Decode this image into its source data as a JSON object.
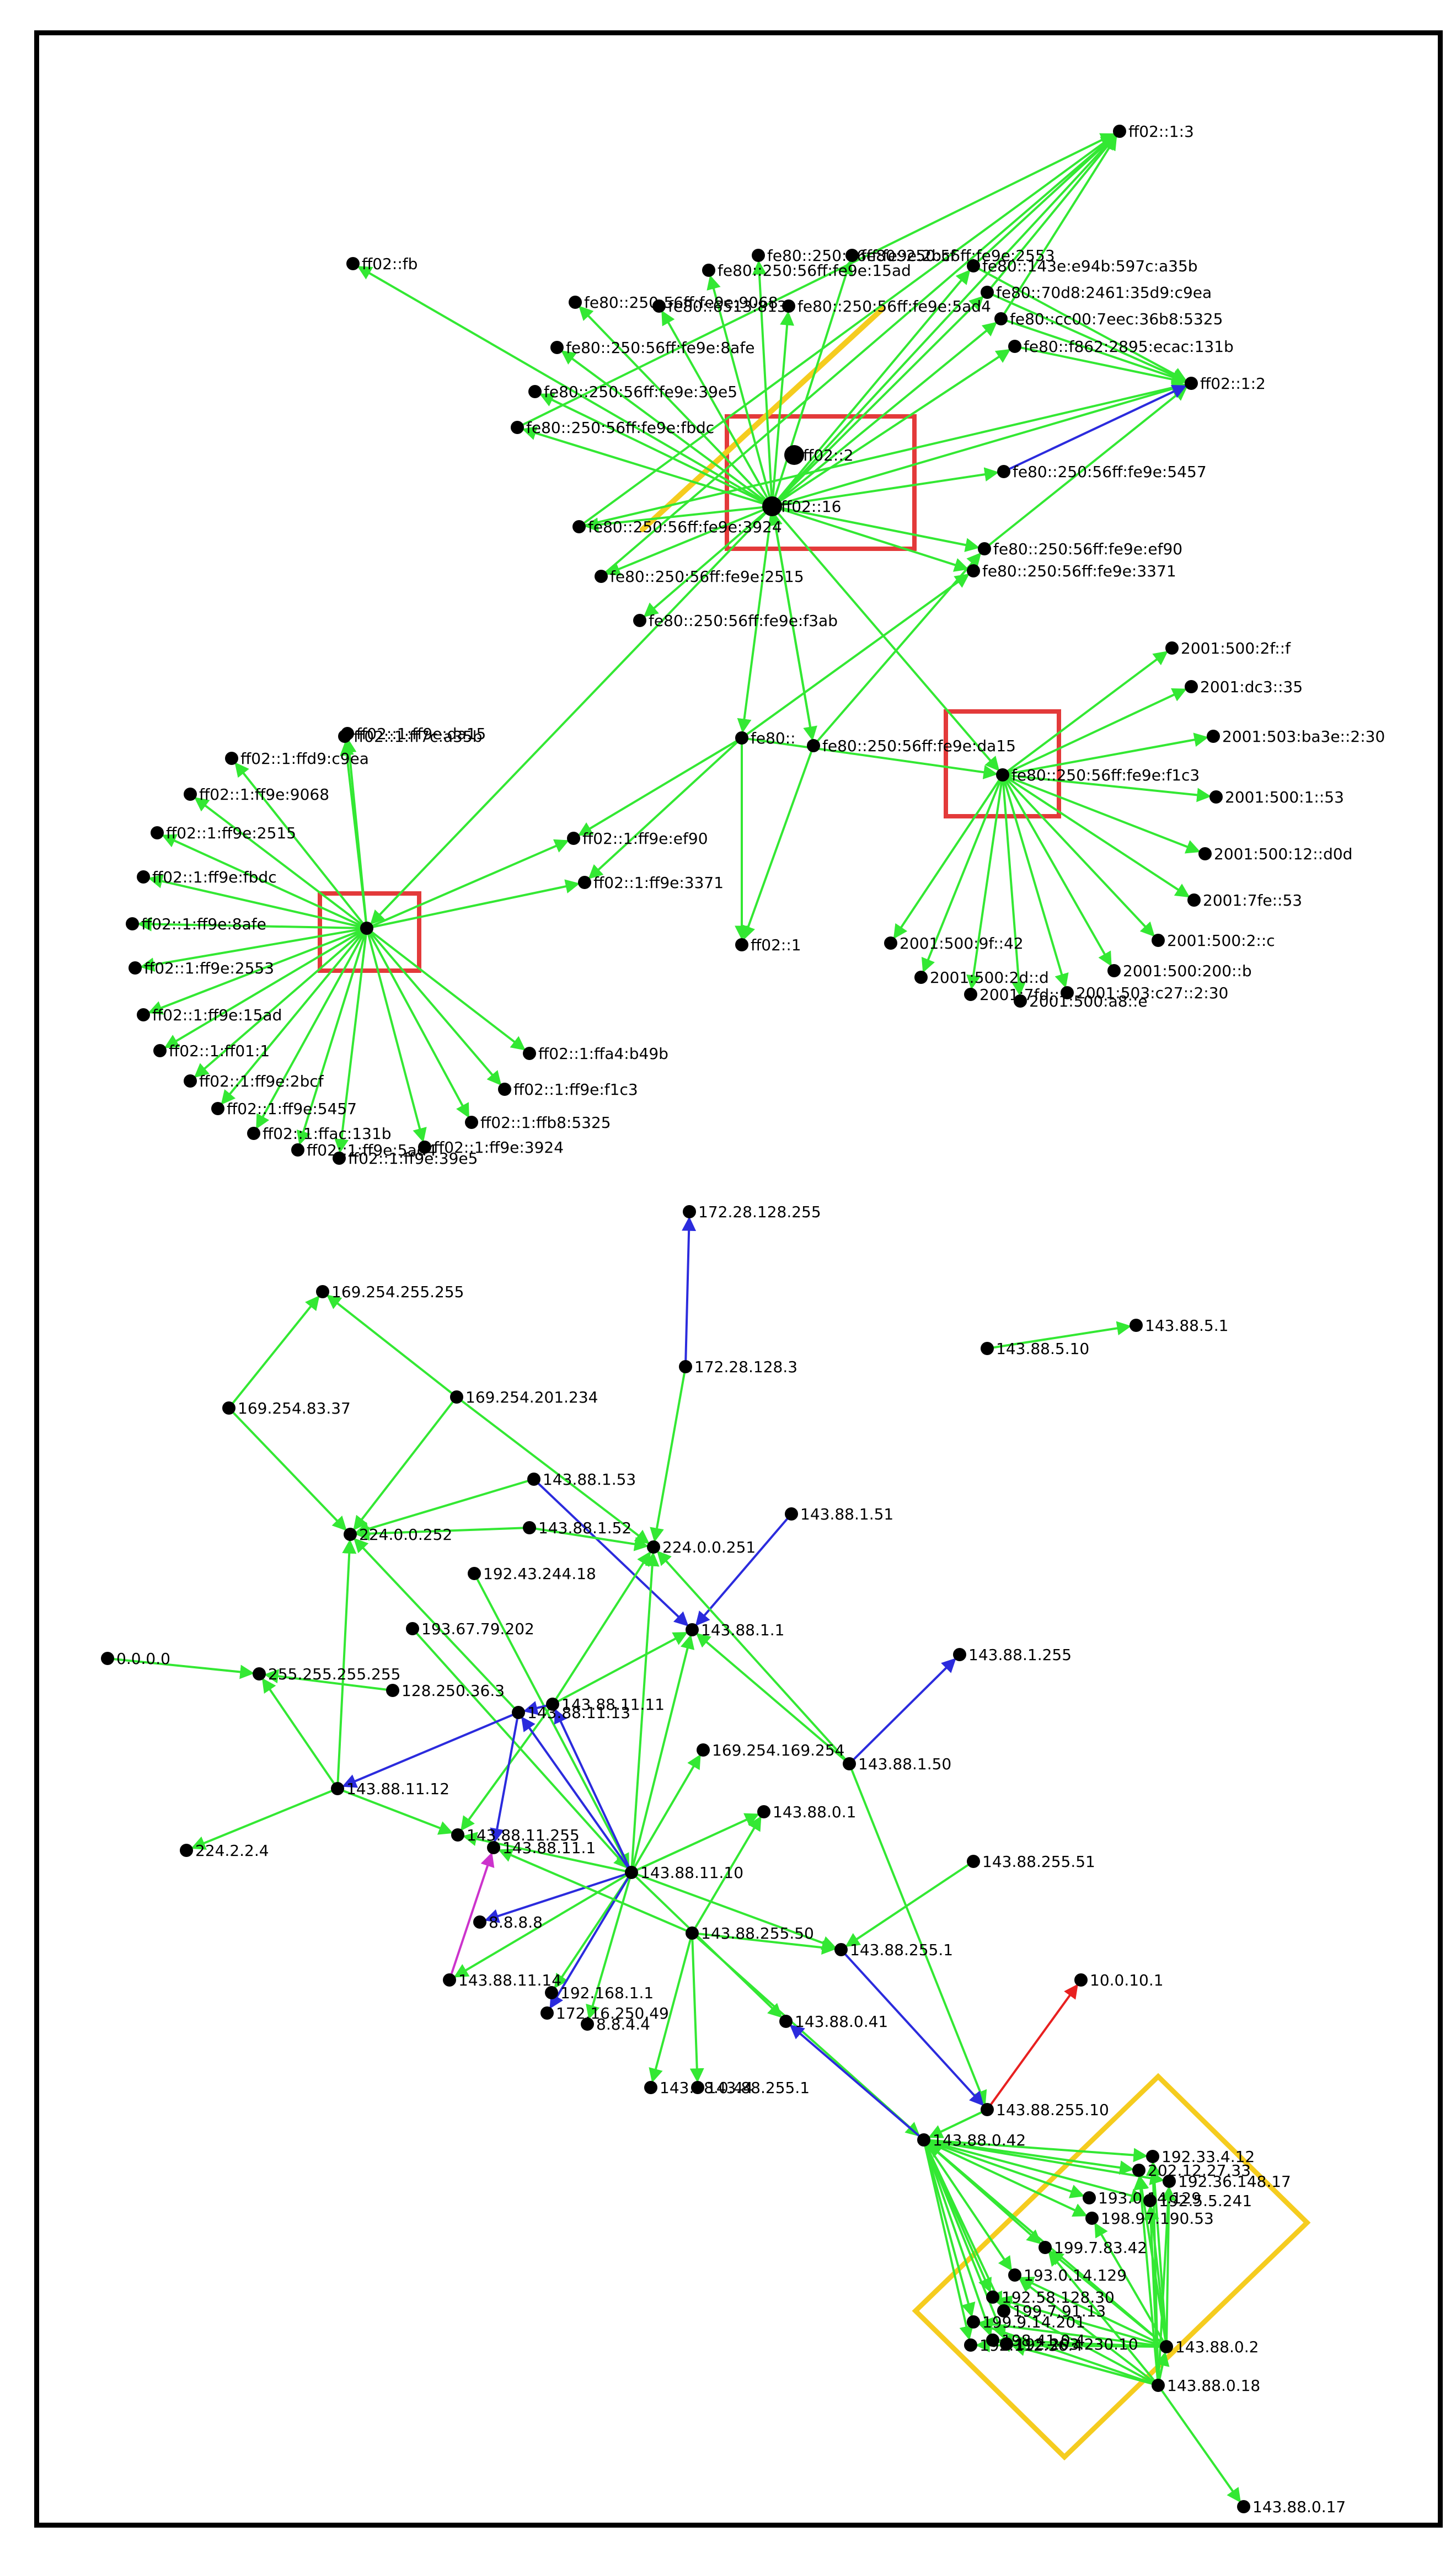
{
  "colors": {
    "green": "#33e833",
    "blue": "#2b2bdd",
    "red": "#e82020",
    "magenta": "#cc33cc",
    "yellow": "#f5cc1f",
    "box_red": "#e33a3a",
    "node": "#000000"
  },
  "nodes": [
    {
      "id": "ff02_1_3",
      "label": "ff02::1:3"
    },
    {
      "id": "ff02_fb",
      "label": "ff02::fb"
    },
    {
      "id": "fe80_9068",
      "label": "fe80::250:56ff:fe9e:9068"
    },
    {
      "id": "fe80_8afe",
      "label": "fe80::250:56ff:fe9e:8afe"
    },
    {
      "id": "fe80_39e5",
      "label": "fe80::250:56ff:fe9e:39e5"
    },
    {
      "id": "fe80_fbdc",
      "label": "fe80::250:56ff:fe9e:fbdc"
    },
    {
      "id": "fe80_15ad",
      "label": "fe80::250:56ff:fe9e:15ad"
    },
    {
      "id": "fe80_2bcf",
      "label": "fe80::250:56ff:fe9e:2bcf"
    },
    {
      "id": "fe80_2553",
      "label": "fe80::250:56ff:fe9e:2553"
    },
    {
      "id": "fe80_5ad4",
      "label": "fe80::250:56ff:fe9e:5ad4"
    },
    {
      "id": "fe80_6513",
      "label": "fe80::6513:813"
    },
    {
      "id": "fe80_a35b",
      "label": "fe80::143e:e94b:597c:a35b"
    },
    {
      "id": "fe80_c9ea",
      "label": "fe80::70d8:2461:35d9:c9ea"
    },
    {
      "id": "fe80_5325",
      "label": "fe80::cc00:7eec:36b8:5325"
    },
    {
      "id": "fe80_131b",
      "label": "fe80::f862:2895:ecac:131b"
    },
    {
      "id": "ff02_1_2",
      "label": "ff02::1:2"
    },
    {
      "id": "ff02_2",
      "label": "ff02::2"
    },
    {
      "id": "ff02_16",
      "label": "ff02::16"
    },
    {
      "id": "fe80_5457",
      "label": "fe80::250:56ff:fe9e:5457"
    },
    {
      "id": "fe80_3924",
      "label": "fe80::250:56ff:fe9e:3924"
    },
    {
      "id": "fe80_ef90",
      "label": "fe80::250:56ff:fe9e:ef90"
    },
    {
      "id": "fe80_3371",
      "label": "fe80::250:56ff:fe9e:3371"
    },
    {
      "id": "fe80_2515",
      "label": "fe80::250:56ff:fe9e:2515"
    },
    {
      "id": "fe80_f3ab",
      "label": "fe80::250:56ff:fe9e:f3ab"
    },
    {
      "id": "fe80_short",
      "label": "fe80::"
    },
    {
      "id": "fe80_da15",
      "label": "fe80::250:56ff:fe9e:da15"
    },
    {
      "id": "fe80_f1c3",
      "label": "fe80::250:56ff:fe9e:f1c3"
    },
    {
      "id": "v6_2f",
      "label": "2001:500:2f::f"
    },
    {
      "id": "v6_dc3",
      "label": "2001:dc3::35"
    },
    {
      "id": "v6_503ba3e",
      "label": "2001:503:ba3e::2:30"
    },
    {
      "id": "v6_500_1",
      "label": "2001:500:1::53"
    },
    {
      "id": "v6_500_12",
      "label": "2001:500:12::d0d"
    },
    {
      "id": "v6_7fe",
      "label": "2001:7fe::53"
    },
    {
      "id": "v6_500_2",
      "label": "2001:500:2::c"
    },
    {
      "id": "v6_500_200",
      "label": "2001:500:200::b"
    },
    {
      "id": "v6_9f",
      "label": "2001:500:9f::42"
    },
    {
      "id": "v6_2d",
      "label": "2001:500:2d::d"
    },
    {
      "id": "v6_7fd",
      "label": "2001:7fd::"
    },
    {
      "id": "v6_c27",
      "label": "2001:503:c27::2:30"
    },
    {
      "id": "v6_a8",
      "label": "2001:500:a8::e"
    },
    {
      "id": "ff02_1_local",
      "label": "ff02::1"
    },
    {
      "id": "ff02_ef90",
      "label": "ff02::1:ff9e:ef90"
    },
    {
      "id": "ff02_3371",
      "label": "ff02::1:ff9e:3371"
    },
    {
      "id": "hub",
      "label": ""
    },
    {
      "id": "ff02_a35b",
      "label": "ff02::1:ff7c:a35b"
    },
    {
      "id": "ff02_da15",
      "label": "ff02::1:ff9e:da15"
    },
    {
      "id": "ff02_c9ea",
      "label": "ff02::1:ffd9:c9ea"
    },
    {
      "id": "ff02_9068",
      "label": "ff02::1:ff9e:9068"
    },
    {
      "id": "ff02_2515",
      "label": "ff02::1:ff9e:2515"
    },
    {
      "id": "ff02_fbdc",
      "label": "ff02::1:ff9e:fbdc"
    },
    {
      "id": "ff02_8afe",
      "label": "ff02::1:ff9e:8afe"
    },
    {
      "id": "ff02_2553",
      "label": "ff02::1:ff9e:2553"
    },
    {
      "id": "ff02_15ad",
      "label": "ff02::1:ff9e:15ad"
    },
    {
      "id": "ff02_ff01",
      "label": "ff02::1:ff01:1"
    },
    {
      "id": "ff02_2bcf",
      "label": "ff02::1:ff9e:2bcf"
    },
    {
      "id": "ff02_5457",
      "label": "ff02::1:ff9e:5457"
    },
    {
      "id": "ff02_131b",
      "label": "ff02::1:ffac:131b"
    },
    {
      "id": "ff02_5ad4",
      "label": "ff02::1:ff9e:5ad4"
    },
    {
      "id": "ff02_39e5",
      "label": "ff02::1:ff9e:39e5"
    },
    {
      "id": "ff02_3924",
      "label": "ff02::1:ff9e:3924"
    },
    {
      "id": "ff02_5325",
      "label": "ff02::1:ffb8:5325"
    },
    {
      "id": "ff02_f1c3",
      "label": "ff02::1:ff9e:f1c3"
    },
    {
      "id": "ff02_b49b",
      "label": "ff02::1:ffa4:b49b"
    },
    {
      "id": "n_172_255",
      "label": "172.28.128.255"
    },
    {
      "id": "n_172_3",
      "label": "172.28.128.3"
    },
    {
      "id": "n_169_255",
      "label": "169.254.255.255"
    },
    {
      "id": "n_169_83",
      "label": "169.254.83.37"
    },
    {
      "id": "n_169_201",
      "label": "169.254.201.234"
    },
    {
      "id": "n_5_10",
      "label": "143.88.5.10"
    },
    {
      "id": "n_5_1",
      "label": "143.88.5.1"
    },
    {
      "id": "n_1_53",
      "label": "143.88.1.53"
    },
    {
      "id": "n_1_52",
      "label": "143.88.1.52"
    },
    {
      "id": "n_1_51",
      "label": "143.88.1.51"
    },
    {
      "id": "n_224_252",
      "label": "224.0.0.252"
    },
    {
      "id": "n_224_251",
      "label": "224.0.0.251"
    },
    {
      "id": "n_192_43",
      "label": "192.43.244.18"
    },
    {
      "id": "n_1_1",
      "label": "143.88.1.1"
    },
    {
      "id": "n_193_67",
      "label": "193.67.79.202"
    },
    {
      "id": "n_0000",
      "label": "0.0.0.0"
    },
    {
      "id": "n_bcast",
      "label": "255.255.255.255"
    },
    {
      "id": "n_128_250",
      "label": "128.250.36.3"
    },
    {
      "id": "n_11_11",
      "label": "143.88.11.11"
    },
    {
      "id": "n_11_13",
      "label": "143.88.11.13"
    },
    {
      "id": "n_1_255",
      "label": "143.88.1.255"
    },
    {
      "id": "n_169_169",
      "label": "169.254.169.254"
    },
    {
      "id": "n_1_50",
      "label": "143.88.1.50"
    },
    {
      "id": "n_11_12",
      "label": "143.88.11.12"
    },
    {
      "id": "n_0_1",
      "label": "143.88.0.1"
    },
    {
      "id": "n_224_2",
      "label": "224.2.2.4"
    },
    {
      "id": "n_11_255",
      "label": "143.88.11.255"
    },
    {
      "id": "n_11_1",
      "label": "143.88.11.1"
    },
    {
      "id": "n_255_51",
      "label": "143.88.255.51"
    },
    {
      "id": "n_11_10",
      "label": "143.88.11.10"
    },
    {
      "id": "n_8888",
      "label": "8.8.8.8"
    },
    {
      "id": "n_255_50",
      "label": "143.88.255.50"
    },
    {
      "id": "n_255_1",
      "label": "143.88.255.1"
    },
    {
      "id": "n_11_14",
      "label": "143.88.11.14"
    },
    {
      "id": "n_192_168",
      "label": "192.168.1.1"
    },
    {
      "id": "n_10_0",
      "label": "10.0.10.1"
    },
    {
      "id": "n_172_16",
      "label": "172.16.250.49"
    },
    {
      "id": "n_8844",
      "label": "8.8.4.4"
    },
    {
      "id": "n_0_41",
      "label": "143.88.0.41"
    },
    {
      "id": "n_0_44",
      "label": "143.88.0.44"
    },
    {
      "id": "n_88_255_1",
      "label": "143.88.255.1"
    },
    {
      "id": "n_255_10",
      "label": "143.88.255.10"
    },
    {
      "id": "n_0_42",
      "label": "143.88.0.42"
    },
    {
      "id": "n_192_33",
      "label": "192.33.4.12"
    },
    {
      "id": "n_202_12",
      "label": "202.12.27.33"
    },
    {
      "id": "n_192_36",
      "label": "192.36.148.17"
    },
    {
      "id": "n_192_5",
      "label": "192.5.5.241"
    },
    {
      "id": "n_193_c1",
      "label": "193.0.14.129"
    },
    {
      "id": "n_198_97",
      "label": "198.97.190.53"
    },
    {
      "id": "n_199_7",
      "label": "199.7.83.42"
    },
    {
      "id": "n_193_0",
      "label": "193.0.14.129"
    },
    {
      "id": "n_192_58",
      "label": "192.58.128.30"
    },
    {
      "id": "n_199_7_91",
      "label": "199.7.91.13"
    },
    {
      "id": "n_199_9",
      "label": "199.9.14.201"
    },
    {
      "id": "n_198_41",
      "label": "198.41.0.4"
    },
    {
      "id": "n_192_112",
      "label": "192.112.36.4"
    },
    {
      "id": "n_192_203",
      "label": "192.203.230.10"
    },
    {
      "id": "n_0_2",
      "label": "143.88.0.2"
    },
    {
      "id": "n_0_18",
      "label": "143.88.0.18"
    },
    {
      "id": "n_0_17",
      "label": "143.88.0.17"
    }
  ],
  "edges": [
    [
      "ff02_16",
      "ff02_1_3",
      "green"
    ],
    [
      "ff02_16",
      "ff02_fb",
      "green"
    ],
    [
      "ff02_16",
      "fe80_9068",
      "green"
    ],
    [
      "ff02_16",
      "fe80_8afe",
      "green"
    ],
    [
      "ff02_16",
      "fe80_39e5",
      "green"
    ],
    [
      "ff02_16",
      "fe80_fbdc",
      "green"
    ],
    [
      "ff02_16",
      "fe80_15ad",
      "green"
    ],
    [
      "ff02_16",
      "fe80_2bcf",
      "green"
    ],
    [
      "ff02_16",
      "fe80_2553",
      "green"
    ],
    [
      "ff02_16",
      "fe80_5ad4",
      "green"
    ],
    [
      "ff02_16",
      "fe80_6513",
      "green"
    ],
    [
      "ff02_16",
      "fe80_a35b",
      "green"
    ],
    [
      "ff02_16",
      "fe80_c9ea",
      "green"
    ],
    [
      "ff02_16",
      "fe80_5325",
      "green"
    ],
    [
      "ff02_16",
      "fe80_131b",
      "green"
    ],
    [
      "ff02_16",
      "fe80_5457",
      "green"
    ],
    [
      "ff02_16",
      "fe80_3924",
      "green"
    ],
    [
      "ff02_16",
      "fe80_ef90",
      "green"
    ],
    [
      "ff02_16",
      "fe80_3371",
      "green"
    ],
    [
      "ff02_16",
      "fe80_2515",
      "green"
    ],
    [
      "ff02_16",
      "fe80_f3ab",
      "green"
    ],
    [
      "ff02_16",
      "fe80_short",
      "green"
    ],
    [
      "ff02_16",
      "fe80_da15",
      "green"
    ],
    [
      "ff02_16",
      "hub",
      "green"
    ],
    [
      "ff02_16",
      "fe80_f1c3",
      "green"
    ],
    [
      "ff02_16",
      "ff02_1_2",
      "green"
    ],
    [
      "fe80_a35b",
      "ff02_1_2",
      "green"
    ],
    [
      "fe80_c9ea",
      "ff02_1_2",
      "green"
    ],
    [
      "fe80_5325",
      "ff02_1_2",
      "green"
    ],
    [
      "fe80_131b",
      "ff02_1_2",
      "green"
    ],
    [
      "fe80_3924",
      "ff02_1_2",
      "green"
    ],
    [
      "fe80_ef90",
      "ff02_1_2",
      "green"
    ],
    [
      "fe80_5457",
      "ff02_1_2",
      "blue"
    ],
    [
      "fe80_3924",
      "ff02_1_3",
      "green"
    ],
    [
      "fe80_a35b",
      "ff02_1_3",
      "green"
    ],
    [
      "fe80_c9ea",
      "ff02_1_3",
      "green"
    ],
    [
      "fe80_5325",
      "ff02_1_3",
      "green"
    ],
    [
      "fe80_2515",
      "ff02_1_3",
      "green"
    ],
    [
      "fe80_fbdc",
      "ff02_1_3",
      "green"
    ],
    [
      "fe80_short",
      "ff02_1_local",
      "green"
    ],
    [
      "fe80_da15",
      "ff02_1_local",
      "green"
    ],
    [
      "fe80_short",
      "fe80_3371",
      "green"
    ],
    [
      "fe80_da15",
      "fe80_ef90",
      "green"
    ],
    [
      "fe80_short",
      "ff02_ef90",
      "green"
    ],
    [
      "fe80_short",
      "ff02_3371",
      "green"
    ],
    [
      "fe80_short",
      "fe80_f1c3",
      "green"
    ],
    [
      "fe80_da15",
      "ff02_16",
      "green"
    ],
    [
      "fe80_f1c3",
      "v6_2f",
      "green"
    ],
    [
      "fe80_f1c3",
      "v6_dc3",
      "green"
    ],
    [
      "fe80_f1c3",
      "v6_503ba3e",
      "green"
    ],
    [
      "fe80_f1c3",
      "v6_500_1",
      "green"
    ],
    [
      "fe80_f1c3",
      "v6_500_12",
      "green"
    ],
    [
      "fe80_f1c3",
      "v6_7fe",
      "green"
    ],
    [
      "fe80_f1c3",
      "v6_500_2",
      "green"
    ],
    [
      "fe80_f1c3",
      "v6_500_200",
      "green"
    ],
    [
      "fe80_f1c3",
      "v6_9f",
      "green"
    ],
    [
      "fe80_f1c3",
      "v6_2d",
      "green"
    ],
    [
      "fe80_f1c3",
      "v6_7fd",
      "green"
    ],
    [
      "fe80_f1c3",
      "v6_c27",
      "green"
    ],
    [
      "fe80_f1c3",
      "v6_a8",
      "green"
    ],
    [
      "hub",
      "ff02_a35b",
      "green"
    ],
    [
      "hub",
      "ff02_da15",
      "green"
    ],
    [
      "hub",
      "ff02_c9ea",
      "green"
    ],
    [
      "hub",
      "ff02_9068",
      "green"
    ],
    [
      "hub",
      "ff02_2515",
      "green"
    ],
    [
      "hub",
      "ff02_fbdc",
      "green"
    ],
    [
      "hub",
      "ff02_8afe",
      "green"
    ],
    [
      "hub",
      "ff02_2553",
      "green"
    ],
    [
      "hub",
      "ff02_15ad",
      "green"
    ],
    [
      "hub",
      "ff02_ff01",
      "green"
    ],
    [
      "hub",
      "ff02_2bcf",
      "green"
    ],
    [
      "hub",
      "ff02_5457",
      "green"
    ],
    [
      "hub",
      "ff02_131b",
      "green"
    ],
    [
      "hub",
      "ff02_5ad4",
      "green"
    ],
    [
      "hub",
      "ff02_39e5",
      "green"
    ],
    [
      "hub",
      "ff02_3924",
      "green"
    ],
    [
      "hub",
      "ff02_5325",
      "green"
    ],
    [
      "hub",
      "ff02_f1c3",
      "green"
    ],
    [
      "hub",
      "ff02_b49b",
      "green"
    ],
    [
      "hub",
      "ff02_ef90",
      "green"
    ],
    [
      "hub",
      "ff02_3371",
      "green"
    ],
    [
      "n_172_3",
      "n_172_255",
      "blue"
    ],
    [
      "n_172_3",
      "n_224_251",
      "green"
    ],
    [
      "n_169_83",
      "n_169_255",
      "green"
    ],
    [
      "n_169_201",
      "n_169_255",
      "green"
    ],
    [
      "n_169_83",
      "n_224_252",
      "green"
    ],
    [
      "n_169_201",
      "n_224_252",
      "green"
    ],
    [
      "n_169_201",
      "n_224_251",
      "green"
    ],
    [
      "n_5_10",
      "n_5_1",
      "green"
    ],
    [
      "n_1_53",
      "n_224_252",
      "green"
    ],
    [
      "n_1_53",
      "n_1_1",
      "blue"
    ],
    [
      "n_1_52",
      "n_224_251",
      "green"
    ],
    [
      "n_1_52",
      "n_224_252",
      "green"
    ],
    [
      "n_1_51",
      "n_1_1",
      "blue"
    ],
    [
      "n_192_43",
      "n_11_10",
      "green"
    ],
    [
      "n_193_67",
      "n_11_10",
      "green"
    ],
    [
      "n_0000",
      "n_bcast",
      "green"
    ],
    [
      "n_128_250",
      "n_bcast",
      "green"
    ],
    [
      "n_11_12",
      "n_bcast",
      "green"
    ],
    [
      "n_11_12",
      "n_224_252",
      "green"
    ],
    [
      "n_11_12",
      "n_224_2",
      "green"
    ],
    [
      "n_11_12",
      "n_11_255",
      "green"
    ],
    [
      "n_11_11",
      "n_11_13",
      "blue"
    ],
    [
      "n_11_11",
      "n_1_1",
      "green"
    ],
    [
      "n_11_11",
      "n_224_251",
      "green"
    ],
    [
      "n_11_11",
      "n_11_255",
      "green"
    ],
    [
      "n_11_13",
      "n_11_12",
      "blue"
    ],
    [
      "n_11_13",
      "n_11_1",
      "blue"
    ],
    [
      "n_11_13",
      "n_224_252",
      "green"
    ],
    [
      "n_11_10",
      "n_11_13",
      "blue"
    ],
    [
      "n_11_10",
      "n_11_11",
      "blue"
    ],
    [
      "n_11_10",
      "n_1_1",
      "green"
    ],
    [
      "n_11_10",
      "n_169_169",
      "green"
    ],
    [
      "n_11_10",
      "n_0_1",
      "green"
    ],
    [
      "n_11_10",
      "n_8888",
      "blue"
    ],
    [
      "n_11_10",
      "n_11_14",
      "green"
    ],
    [
      "n_11_10",
      "n_192_168",
      "green"
    ],
    [
      "n_11_10",
      "n_172_16",
      "blue"
    ],
    [
      "n_11_10",
      "n_8844",
      "green"
    ],
    [
      "n_11_10",
      "n_255_1",
      "green"
    ],
    [
      "n_11_10",
      "n_0_41",
      "green"
    ],
    [
      "n_11_10",
      "n_11_255",
      "green"
    ],
    [
      "n_11_10",
      "n_224_251",
      "green"
    ],
    [
      "n_11_14",
      "n_11_1",
      "magenta"
    ],
    [
      "n_1_50",
      "n_1_255",
      "blue"
    ],
    [
      "n_1_50",
      "n_224_251",
      "green"
    ],
    [
      "n_1_50",
      "n_1_1",
      "green"
    ],
    [
      "n_1_50",
      "n_255_10",
      "green"
    ],
    [
      "n_255_51",
      "n_255_1",
      "green"
    ],
    [
      "n_255_50",
      "n_255_1",
      "green"
    ],
    [
      "n_255_50",
      "n_0_44",
      "green"
    ],
    [
      "n_255_50",
      "n_88_255_1",
      "green"
    ],
    [
      "n_255_50",
      "n_0_1",
      "green"
    ],
    [
      "n_255_50",
      "n_11_1",
      "green"
    ],
    [
      "n_255_50",
      "n_0_42",
      "green"
    ],
    [
      "n_255_1",
      "n_255_10",
      "blue"
    ],
    [
      "n_0_42",
      "n_0_41",
      "blue"
    ],
    [
      "n_255_10",
      "n_10_0",
      "red"
    ],
    [
      "n_255_10",
      "n_0_42",
      "green"
    ],
    [
      "n_0_42",
      "n_192_33",
      "green"
    ],
    [
      "n_0_42",
      "n_202_12",
      "green"
    ],
    [
      "n_0_42",
      "n_192_36",
      "green"
    ],
    [
      "n_0_42",
      "n_192_5",
      "green"
    ],
    [
      "n_0_42",
      "n_193_c1",
      "green"
    ],
    [
      "n_0_42",
      "n_198_97",
      "green"
    ],
    [
      "n_0_42",
      "n_199_7",
      "green"
    ],
    [
      "n_0_42",
      "n_193_0",
      "green"
    ],
    [
      "n_0_42",
      "n_192_58",
      "green"
    ],
    [
      "n_0_42",
      "n_199_7_91",
      "green"
    ],
    [
      "n_0_42",
      "n_199_9",
      "green"
    ],
    [
      "n_0_42",
      "n_198_41",
      "green"
    ],
    [
      "n_0_42",
      "n_192_112",
      "green"
    ],
    [
      "n_0_42",
      "n_192_203",
      "green"
    ],
    [
      "n_0_2",
      "n_192_33",
      "green"
    ],
    [
      "n_0_2",
      "n_202_12",
      "green"
    ],
    [
      "n_0_2",
      "n_192_36",
      "green"
    ],
    [
      "n_0_2",
      "n_192_5",
      "green"
    ],
    [
      "n_0_2",
      "n_198_97",
      "green"
    ],
    [
      "n_0_2",
      "n_199_7",
      "green"
    ],
    [
      "n_0_2",
      "n_193_0",
      "green"
    ],
    [
      "n_0_2",
      "n_192_58",
      "green"
    ],
    [
      "n_0_2",
      "n_199_9",
      "green"
    ],
    [
      "n_0_2",
      "n_198_41",
      "green"
    ],
    [
      "n_0_2",
      "n_192_203",
      "green"
    ],
    [
      "n_0_2",
      "n_192_112",
      "green"
    ],
    [
      "n_0_18",
      "n_192_33",
      "green"
    ],
    [
      "n_0_18",
      "n_202_12",
      "green"
    ],
    [
      "n_0_18",
      "n_192_36",
      "green"
    ],
    [
      "n_0_18",
      "n_192_5",
      "green"
    ],
    [
      "n_0_18",
      "n_199_7",
      "green"
    ],
    [
      "n_0_18",
      "n_193_0",
      "green"
    ],
    [
      "n_0_18",
      "n_192_58",
      "green"
    ],
    [
      "n_0_18",
      "n_199_9",
      "green"
    ],
    [
      "n_0_18",
      "n_198_41",
      "green"
    ],
    [
      "n_0_18",
      "n_192_203",
      "green"
    ],
    [
      "n_0_18",
      "n_0_2",
      "green"
    ],
    [
      "n_0_18",
      "n_0_17",
      "green"
    ],
    [
      "n_0_2",
      "n_0_42",
      "green"
    ]
  ]
}
